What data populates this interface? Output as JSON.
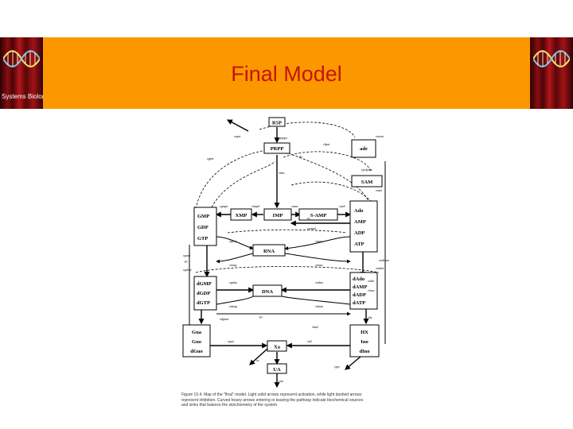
{
  "slide": {
    "title": "Final Model",
    "logo_text": "Systems Biology"
  },
  "diagram": {
    "boxes": {
      "r5p": "R5P",
      "prpp": "PRPP",
      "adk": "ade",
      "sam": "SAM",
      "g_pool": [
        "GMP",
        "GDP",
        "GTP"
      ],
      "xmp": "XMP",
      "imp": "IMP",
      "samp": "S-AMP",
      "a_pool": [
        "Ado",
        "AMP",
        "ADP",
        "ATP"
      ],
      "rna": "RNA",
      "dg_pool": [
        "dGMP",
        "dGDP",
        "dGTP"
      ],
      "dna": "DNA",
      "da_pool": [
        "dAdo",
        "dAMP",
        "dADP",
        "dATP"
      ],
      "gua_pool": [
        "Gua",
        "Guo",
        "dGuo"
      ],
      "hx_pool": [
        "HX",
        "Ino",
        "dIno"
      ],
      "xa": "Xa",
      "ua": "UA"
    },
    "flux_labels": {
      "vprpps": "vprpps",
      "vaprt": "vaprt",
      "vhprt": "vhprt",
      "vgprt": "vgprt",
      "vden": "vden",
      "vimpd": "vimpd",
      "vgmps": "vgmps",
      "vasuc": "vasuc",
      "vasli": "vasli",
      "vampd": "vampd",
      "vmat": "vmat",
      "vtrans": "vtrans",
      "vpolyam": "vpolyam",
      "vgrna": "vgrna",
      "varna": "varna",
      "vrnag": "vrnag",
      "vrnaa": "vrnaa",
      "vgdrnr": "vgdrnr",
      "vadrnr": "vadrnr",
      "vdgnuc": "vdgnuc",
      "vdnag": "vdnag",
      "vdnaa": "vdnaa",
      "vgnuc": "vgnuc",
      "vadenuc": "vadenuc",
      "vgua": "vgua",
      "vxd": "vxd",
      "vhx": "vhx",
      "vhxd": "vhxd",
      "vx": "vx",
      "vua": "vua",
      "vpyr": "vpyr",
      "vinuc": "vinuc",
      "vada": "vada",
      "vgdna": "vgdna",
      "vadna": "vadna",
      "pi1": "Pi",
      "pi2": "Pi",
      "pi3": "Pi",
      "pi4": "Pi"
    }
  },
  "caption": "Figure 10.4.  Map of the \"final\" model. Light solid arrows represent activation, while light dashed arrows\nrepresent inhibition. Curved heavy arrows entering or leaving the pathway indicate biochemical sources\nand sinks that balance the stoichiometry of the system."
}
